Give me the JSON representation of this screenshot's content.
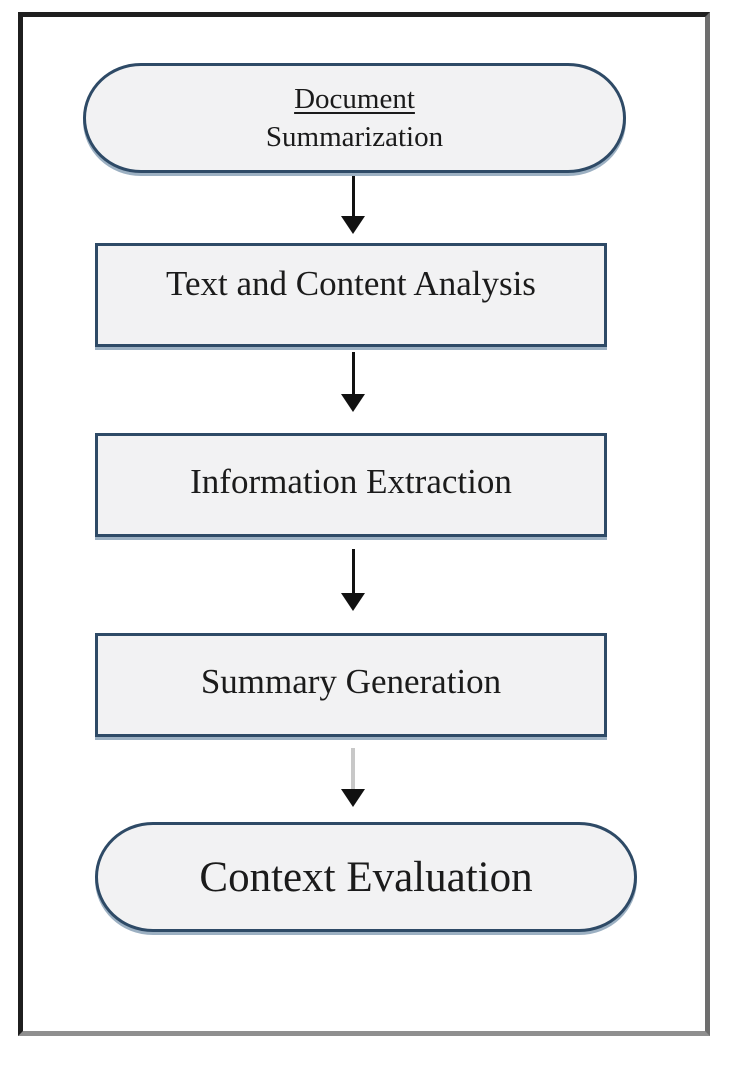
{
  "colors": {
    "node-fill": "#f2f2f3",
    "node-border": "#2e4a66",
    "node-edge": "#9cb0c2",
    "text-color": "#1b1b1b",
    "arrow-color": "#111111",
    "arrow-gray": "#c8c8c8",
    "frame-dark": "#1f1f1f",
    "frame-right": "#6e6e6e",
    "frame-bottom": "#8f8f8f"
  },
  "flowchart": {
    "nodes": [
      {
        "shape": "stadium",
        "lines": [
          "Document",
          "Summarization"
        ],
        "first_line_underlined": true
      },
      {
        "shape": "rectangle",
        "label": "Text and Content Analysis"
      },
      {
        "shape": "rectangle",
        "label": "Information Extraction"
      },
      {
        "shape": "rectangle",
        "label": "Summary Generation"
      },
      {
        "shape": "stadium",
        "label": "Context Evaluation"
      }
    ],
    "connectors": [
      {
        "from": "Document Summarization",
        "to": "Text and Content Analysis",
        "style": "black-arrow-down"
      },
      {
        "from": "Text and Content Analysis",
        "to": "Information Extraction",
        "style": "black-arrow-down"
      },
      {
        "from": "Information Extraction",
        "to": "Summary Generation",
        "style": "black-arrow-down"
      },
      {
        "from": "Summary Generation",
        "to": "Context Evaluation",
        "style": "gray-shaft-black-head-arrow-down"
      }
    ]
  }
}
